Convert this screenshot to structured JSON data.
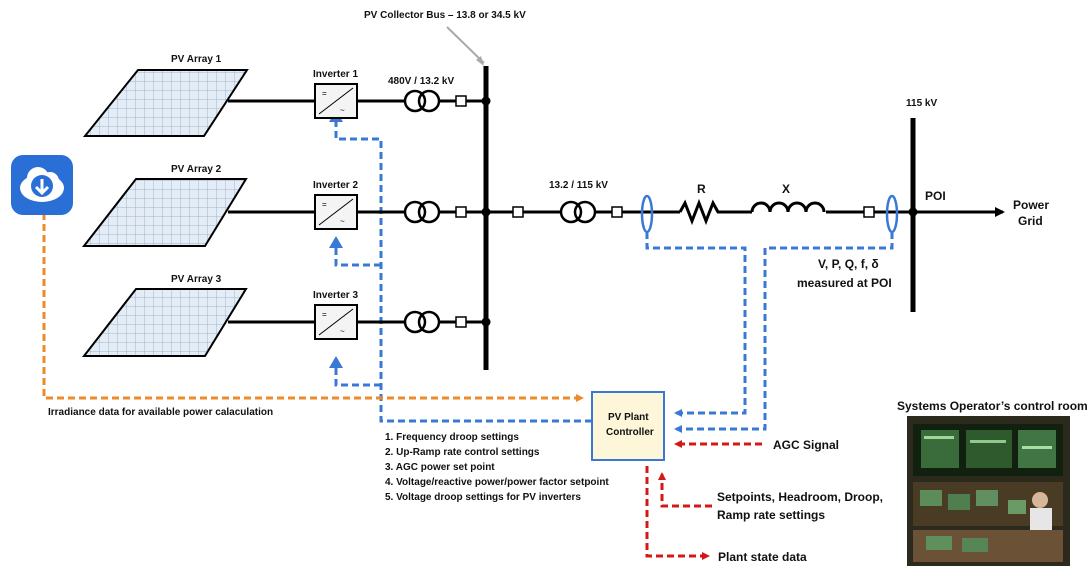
{
  "labels": {
    "collector_bus": "PV Collector Bus – 13.8 or 34.5  kV",
    "pv_array_1": "PV Array 1",
    "pv_array_2": "PV Array 2",
    "pv_array_3": "PV Array 3",
    "inverter_1": "Inverter 1",
    "inverter_2": "Inverter 2",
    "inverter_3": "Inverter 3",
    "transformer_1": "480V / 13.2 kV",
    "main_transformer": "13.2 / 115 kV",
    "resistance": "R",
    "reactance": "X",
    "voltage_115": "115 kV",
    "poi": "POI",
    "power_grid_line1": "Power",
    "power_grid_line2": "Grid",
    "measured_line1": "V, P, Q, f, δ",
    "measured_line2": "measured at POI",
    "irradiance": "Irradiance data for available power calaculation",
    "controller_line1": "PV Plant",
    "controller_line2": "Controller",
    "agc_signal": "AGC Signal",
    "setpoints_line1": "Setpoints, Headroom, Droop,",
    "setpoints_line2": "Ramp rate settings",
    "plant_state": "Plant state data",
    "control_room": "Systems Operator’s control room"
  },
  "settings_list": [
    "1. Frequency droop settings",
    "2. Up-Ramp rate control settings",
    "3. AGC power set point",
    "4. Voltage/reactive power/power factor setpoint",
    "5. Voltage droop settings for PV inverters"
  ],
  "colors": {
    "communication_link": "#3a78d6",
    "irradiance_link": "#ee8a2a",
    "operator_link": "#d41818",
    "controller_fill": "#fdf6d8",
    "controller_border": "#3a78d6",
    "cloud_icon": "#2a6fd6"
  }
}
